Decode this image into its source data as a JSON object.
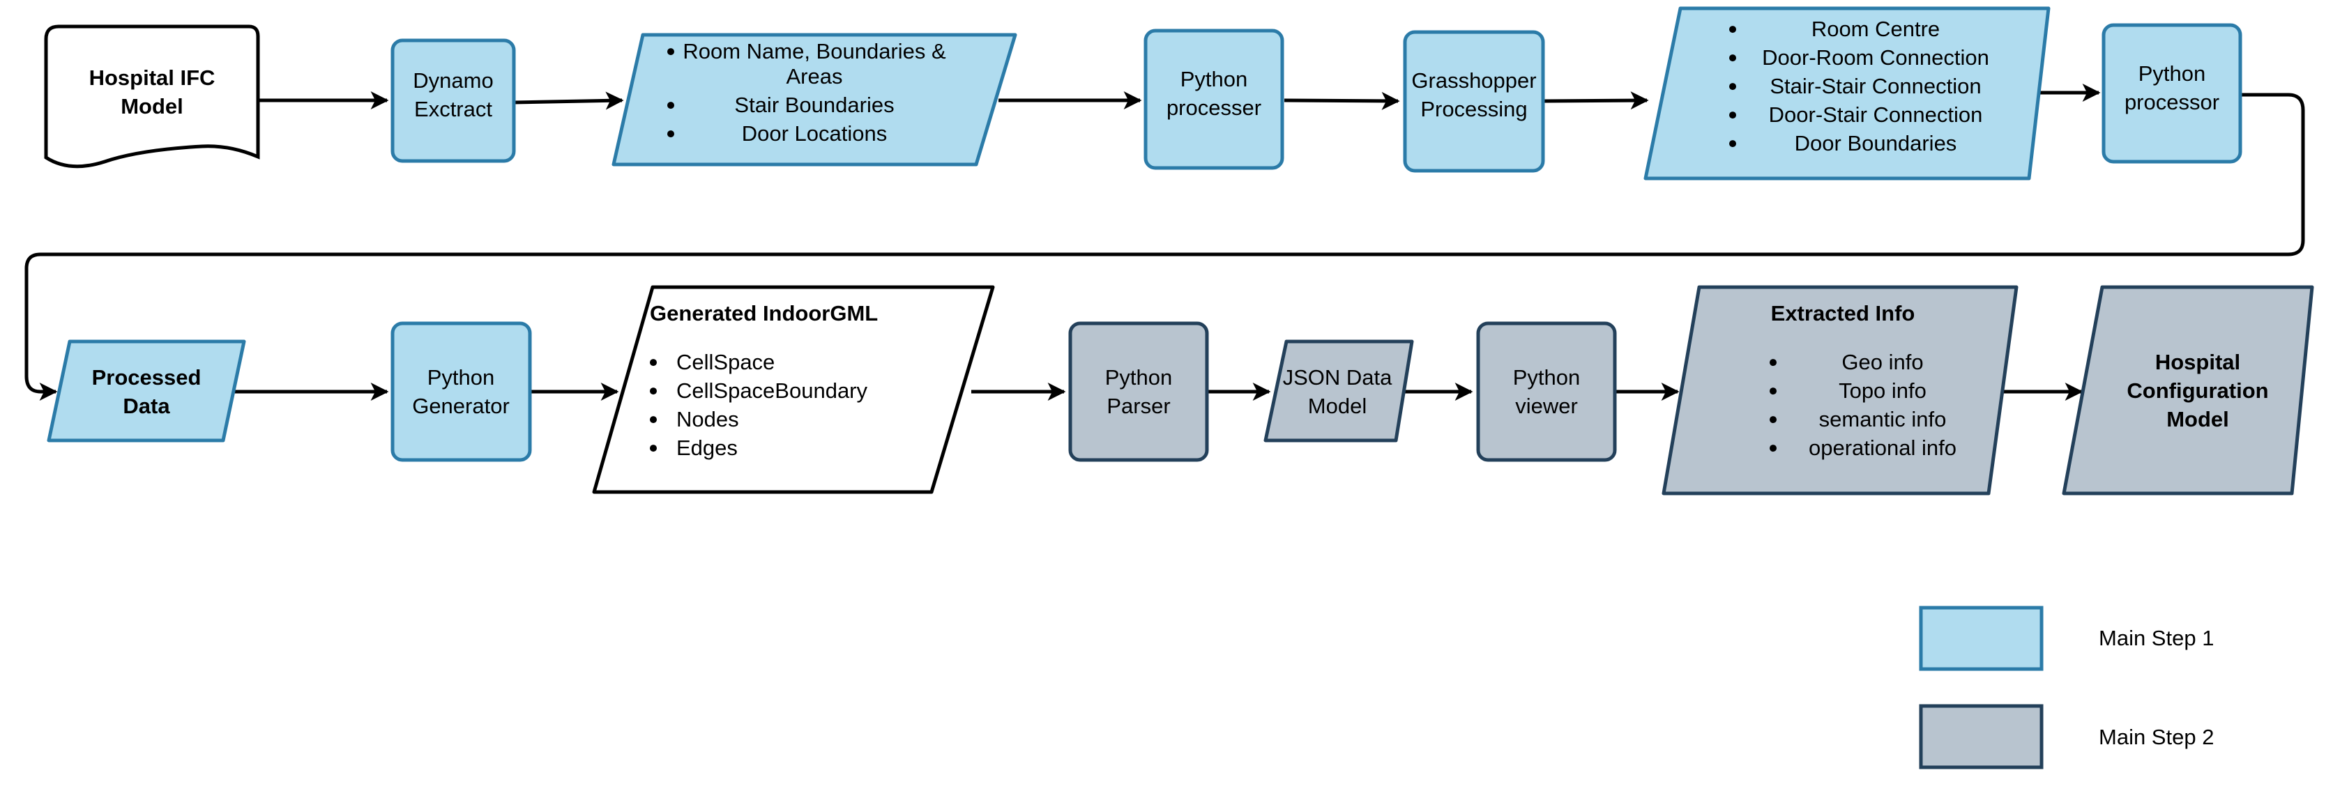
{
  "colors": {
    "step1_fill": "#b0dcef",
    "step1_stroke": "#2b7ba8",
    "step2_fill": "#b8c4cf",
    "step2_stroke": "#23405a",
    "doc_fill": "#ffffff",
    "doc_stroke": "#000000",
    "edge": "#000000"
  },
  "nodes": {
    "hospital_ifc": [
      "Hospital IFC",
      "Model"
    ],
    "dynamo": [
      "Dynamo",
      "Exctract"
    ],
    "room_data": {
      "items": [
        [
          "Room Name, Boundaries &",
          "Areas"
        ],
        [
          "Stair Boundaries"
        ],
        [
          "Door Locations"
        ]
      ]
    },
    "python_processer": [
      "Python",
      "processer"
    ],
    "grasshopper": [
      "Grasshopper",
      "Processing"
    ],
    "connections": {
      "items": [
        [
          "Room Centre"
        ],
        [
          "Door-Room Connection"
        ],
        [
          "Stair-Stair Connection"
        ],
        [
          "Door-Stair Connection"
        ],
        [
          "Door Boundaries"
        ]
      ]
    },
    "python_processor": [
      "Python",
      "processor"
    ],
    "processed_data": [
      "Processed",
      "Data"
    ],
    "python_generator": [
      "Python",
      "Generator"
    ],
    "indoorgml": {
      "title": "Generated IndoorGML",
      "items": [
        [
          "CellSpace"
        ],
        [
          "CellSpaceBoundary"
        ],
        [
          "Nodes"
        ],
        [
          "Edges"
        ]
      ]
    },
    "python_parser": [
      "Python",
      "Parser"
    ],
    "json_model": [
      "JSON Data",
      "Model"
    ],
    "python_viewer": [
      "Python",
      "viewer"
    ],
    "extracted_info": {
      "title": "Extracted Info",
      "items": [
        [
          "Geo info"
        ],
        [
          "Topo info"
        ],
        [
          "semantic info"
        ],
        [
          "operational info"
        ]
      ]
    },
    "hospital_config": [
      "Hospital",
      "Configuration",
      "Model"
    ]
  },
  "legend": {
    "step1": "Main Step 1",
    "step2": "Main Step 2"
  }
}
